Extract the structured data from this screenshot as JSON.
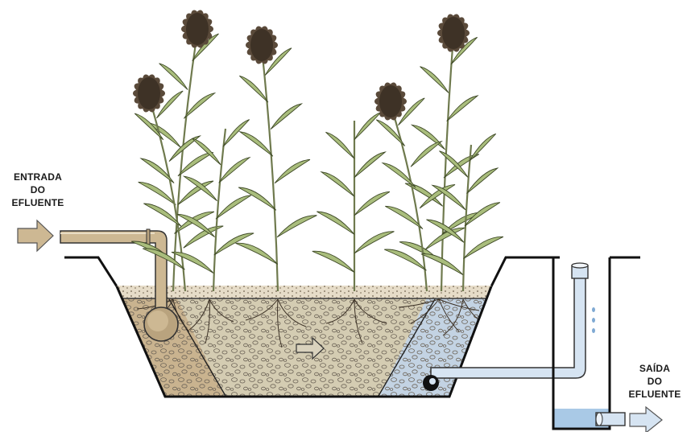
{
  "inlet_label": {
    "line1": "ENTRADA",
    "line2": "DO",
    "line3": "EFLUENTE"
  },
  "outlet_label": {
    "line1": "SAÍDA",
    "line2": "DO",
    "line3": "EFLUENTE"
  },
  "colors": {
    "inlet_zone": "#c9b38f",
    "middle_zone": "#d4ccb2",
    "outlet_zone": "#c3d3e3",
    "pipe_inlet": "#cdb893",
    "pipe_outlet": "#d6e4f2",
    "water": "#a9c9e6",
    "reed_leaf": "#a9bd7c",
    "reed_plume": "#5a4a3a",
    "outline": "#111111"
  }
}
